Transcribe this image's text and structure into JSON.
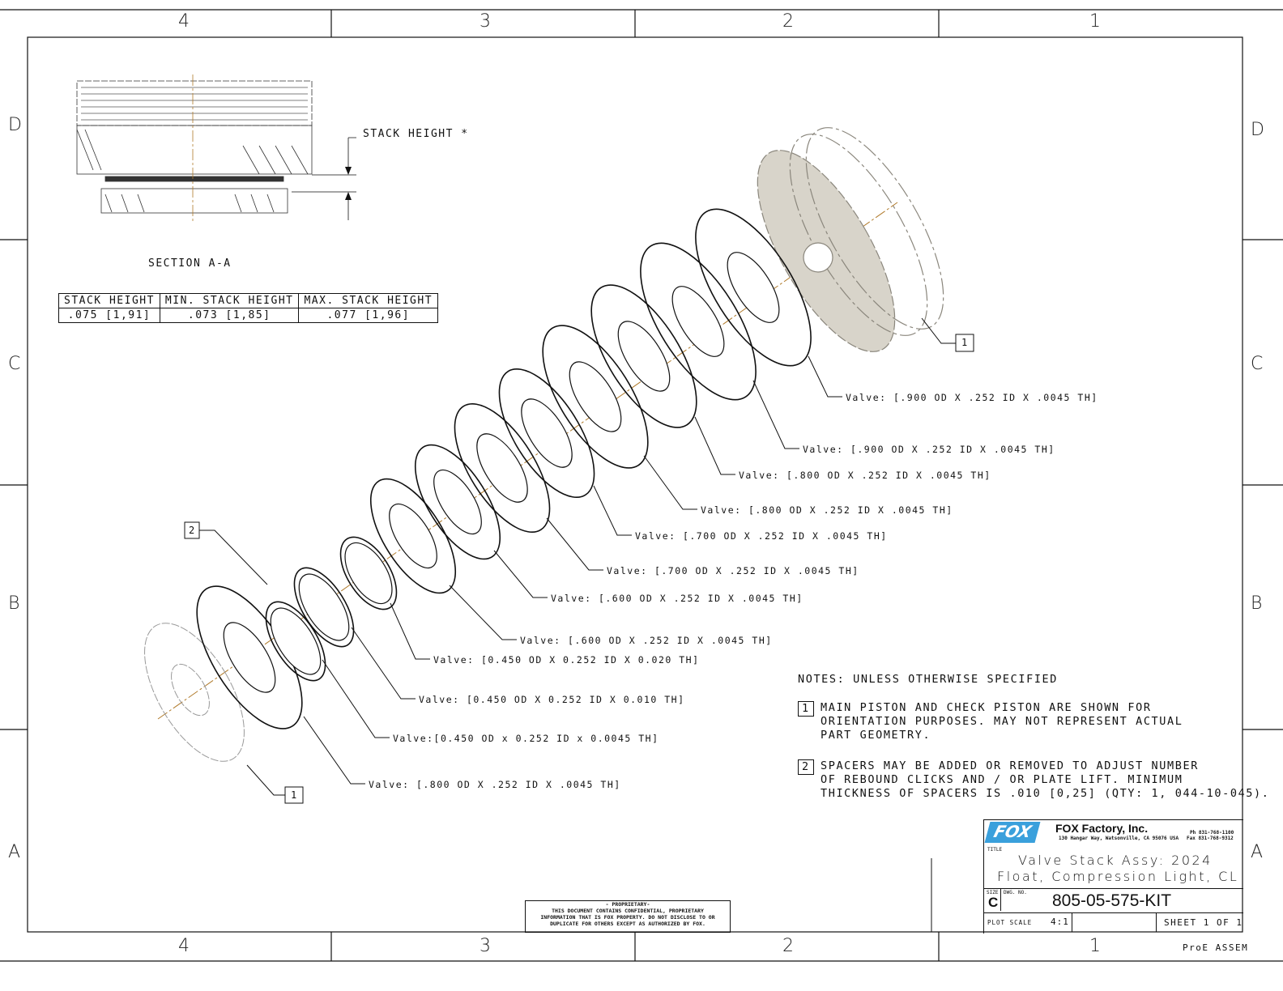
{
  "zones": {
    "columns": [
      "4",
      "3",
      "2",
      "1"
    ],
    "rows": [
      "D",
      "C",
      "B",
      "A"
    ]
  },
  "section": {
    "title": "SECTION  A-A",
    "dimension_label": "STACK HEIGHT *"
  },
  "stack_table": {
    "headers": [
      "STACK HEIGHT",
      "MIN. STACK HEIGHT",
      "MAX. STACK HEIGHT"
    ],
    "values": [
      ".075 [1,91]",
      ".073 [1,85]",
      ".077 [1,96]"
    ]
  },
  "balloons": {
    "piston": "1",
    "spacer": "2",
    "check_piston": "1"
  },
  "valves": [
    "Valve: [.800 OD X .252 ID X .0045 TH]",
    "Valve:[0.450 OD x 0.252 ID x 0.0045 TH]",
    "Valve: [0.450 OD X 0.252 ID X 0.010 TH]",
    "Valve: [0.450 OD X 0.252 ID X 0.020 TH]",
    "Valve: [.600 OD X .252 ID X .0045 TH]",
    "Valve: [.600 OD X .252 ID X .0045 TH]",
    "Valve: [.700 OD X .252 ID X .0045 TH]",
    "Valve: [.700 OD X .252 ID X .0045 TH]",
    "Valve: [.800 OD X .252 ID X .0045 TH]",
    "Valve: [.800 OD X .252 ID X .0045 TH]",
    "Valve: [.900 OD X .252 ID X .0045 TH]",
    "Valve: [.900 OD X .252 ID X .0045 TH]"
  ],
  "notes": {
    "heading": "NOTES: UNLESS OTHERWISE SPECIFIED",
    "items": [
      {
        "num": "1",
        "text": "MAIN PISTON AND CHECK PISTON ARE SHOWN FOR\nORIENTATION PURPOSES. MAY NOT REPRESENT ACTUAL\nPART GEOMETRY."
      },
      {
        "num": "2",
        "text": "SPACERS MAY BE ADDED OR REMOVED TO ADJUST NUMBER\nOF REBOUND CLICKS AND / OR PLATE LIFT. MINIMUM\nTHICKNESS OF SPACERS IS .010 [0,25] (QTY: 1, 044-10-045)."
      }
    ]
  },
  "proprietary": {
    "title": "- PROPRIETARY-",
    "text": "THIS DOCUMENT CONTAINS CONFIDENTIAL, PROPRIETARY INFORMATION THAT IS FOX PROPERTY.  DO NOT DISCLOSE TO OR DUPLICATE FOR OTHERS EXCEPT AS AUTHORIZED BY FOX."
  },
  "title_block": {
    "logo": "FOX",
    "company": "FOX Factory, Inc.",
    "address": "130 Hangar Way, Watsonville, CA 95076 USA",
    "phone": "Ph 831-768-1100",
    "fax": "Fax 831-768-9312",
    "title_label": "TITLE",
    "title_line1": "Valve Stack Assy: 2024",
    "title_line2": "Float, Compression Light, CL",
    "size_label": "SIZE",
    "size": "C",
    "dwg_label": "DWG. NO.",
    "dwg_no": "805-05-575-KIT",
    "plot_scale_label": "PLOT SCALE",
    "plot_scale": "4:1",
    "sheet": "SHEET 1 OF 1",
    "footer": "ProE ASSEM"
  },
  "colors": {
    "line": "#111111",
    "centerline": "#b07a2a",
    "part_gray": "#9a968c"
  }
}
